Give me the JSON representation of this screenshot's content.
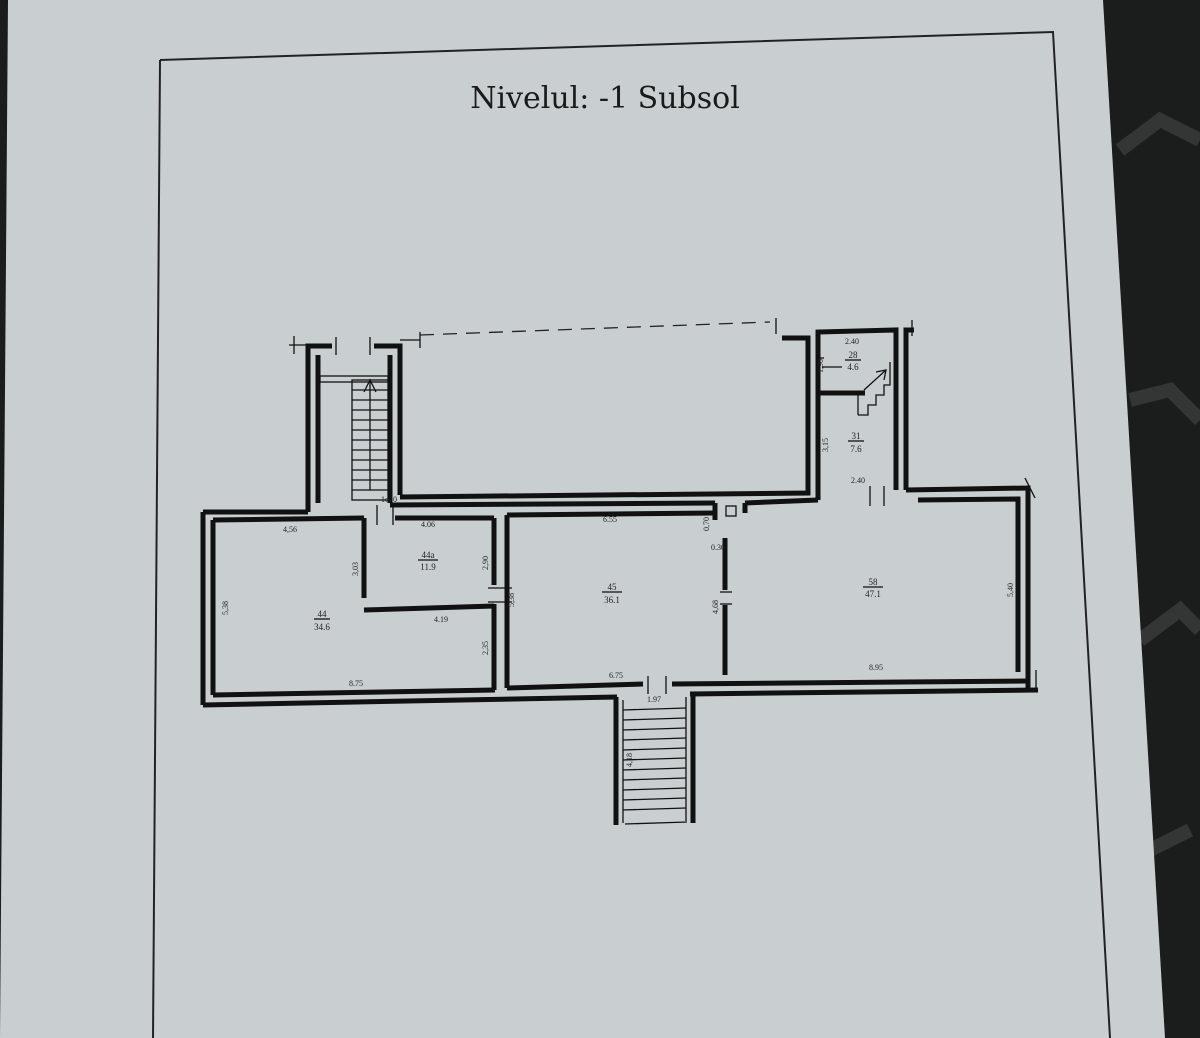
{
  "title": "Nivelul: -1 Subsol",
  "rooms": [
    {
      "number": "44",
      "area": "34.6"
    },
    {
      "number": "44a",
      "area": "11.9"
    },
    {
      "number": "45",
      "area": "36.1"
    },
    {
      "number": "58",
      "area": "47.1"
    },
    {
      "number": "28",
      "area": "4.6"
    },
    {
      "number": "31",
      "area": "7.6"
    }
  ],
  "dimensions": {
    "d456": "4,56",
    "d406": "4.06",
    "d655": "6.55",
    "d070": "0,70",
    "d030": "0.30",
    "d240_top": "2.40",
    "d240_mid": "2.40",
    "d190": "1,90",
    "d315": "3,15",
    "d303": "3,03",
    "d290": "2,90",
    "d538_left": "5,38",
    "d538_mid": "5,38",
    "d419": "4.19",
    "d235": "2,35",
    "d468": "4,68",
    "d540": "5,40",
    "d875": "8.75",
    "d675": "6.75",
    "d895": "8.95",
    "d197": "1.97",
    "d418": "4,18",
    "d100": "1o..0"
  }
}
